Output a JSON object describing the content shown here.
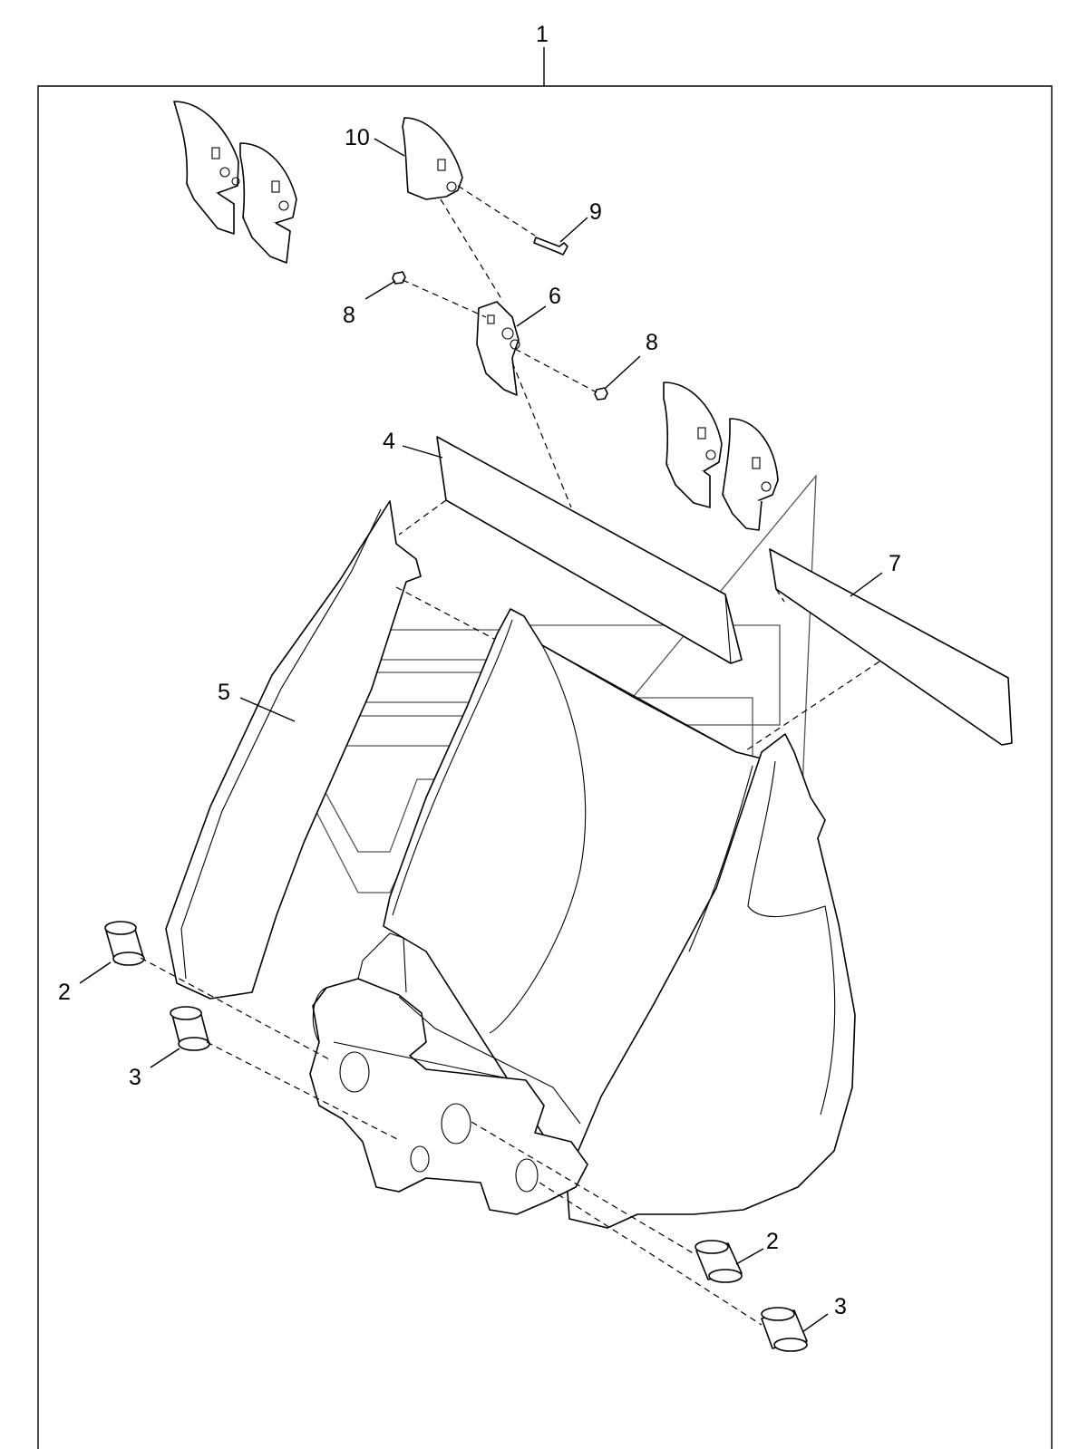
{
  "diagram": {
    "assembly_callout": "1",
    "callouts": {
      "c2a": "2",
      "c2b": "2",
      "c3a": "3",
      "c3b": "3",
      "c4": "4",
      "c5": "5",
      "c6": "6",
      "c7": "7",
      "c8a": "8",
      "c8b": "8",
      "c9": "9",
      "c10": "10"
    },
    "colors": {
      "line": "#000000",
      "background": "#ffffff",
      "watermark": "#555555"
    }
  }
}
